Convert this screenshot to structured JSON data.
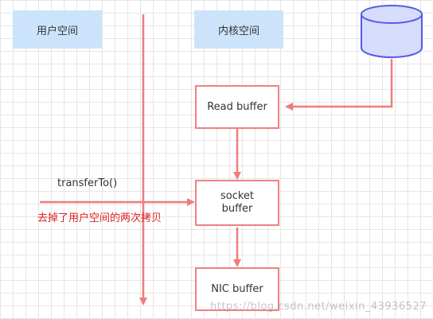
{
  "regions": {
    "user_space": "用户空间",
    "kernel_space": "内核空间"
  },
  "boxes": {
    "read_buffer": "Read buffer",
    "socket_buffer_line1": "socket",
    "socket_buffer_line2": "buffer",
    "nic_buffer": "NIC buffer"
  },
  "call": {
    "label": "transferTo()"
  },
  "annotation": {
    "text": "去掉了用户空间的两次拷贝",
    "color": "#e02020"
  },
  "colors": {
    "region_fill": "#cce4fb",
    "box_border": "#f08080",
    "arrow": "#f07c7c",
    "database_fill": "#d6dcfc",
    "database_stroke": "#5858e8"
  },
  "watermark": "https://blog.csdn.net/weixin_43936527"
}
